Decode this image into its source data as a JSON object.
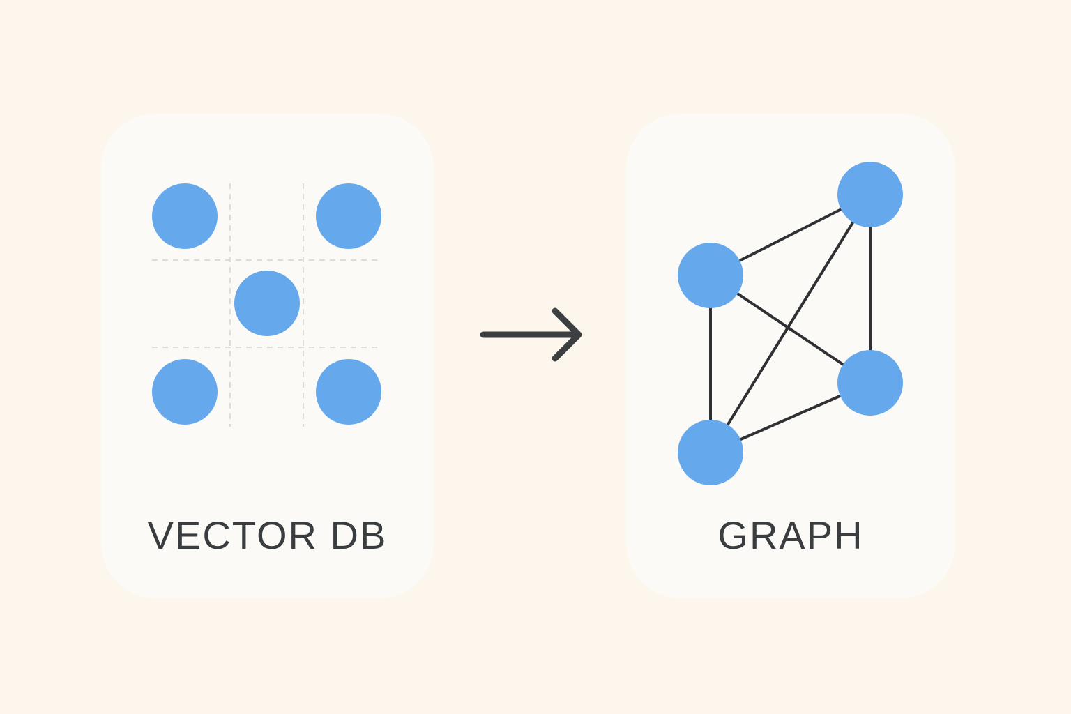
{
  "diagram": {
    "vector_db": {
      "label": "VECTOR DB",
      "points": 5,
      "node_color": "#65a8ec",
      "grid_color": "#dcdad5"
    },
    "graph": {
      "label": "GRAPH",
      "nodes": 4,
      "edges": [
        [
          "left",
          "top-right"
        ],
        [
          "left",
          "bottom"
        ],
        [
          "left",
          "right"
        ],
        [
          "top-right",
          "bottom"
        ],
        [
          "top-right",
          "right"
        ],
        [
          "bottom",
          "right"
        ]
      ],
      "node_color": "#65a8ec",
      "edge_color": "#2f3134"
    },
    "arrow": {
      "icon": "right-arrow-icon",
      "color": "#3c3f42"
    },
    "colors": {
      "background": "#fdf6ec",
      "card": "#fcfaf6",
      "text": "#3a3d40"
    }
  }
}
